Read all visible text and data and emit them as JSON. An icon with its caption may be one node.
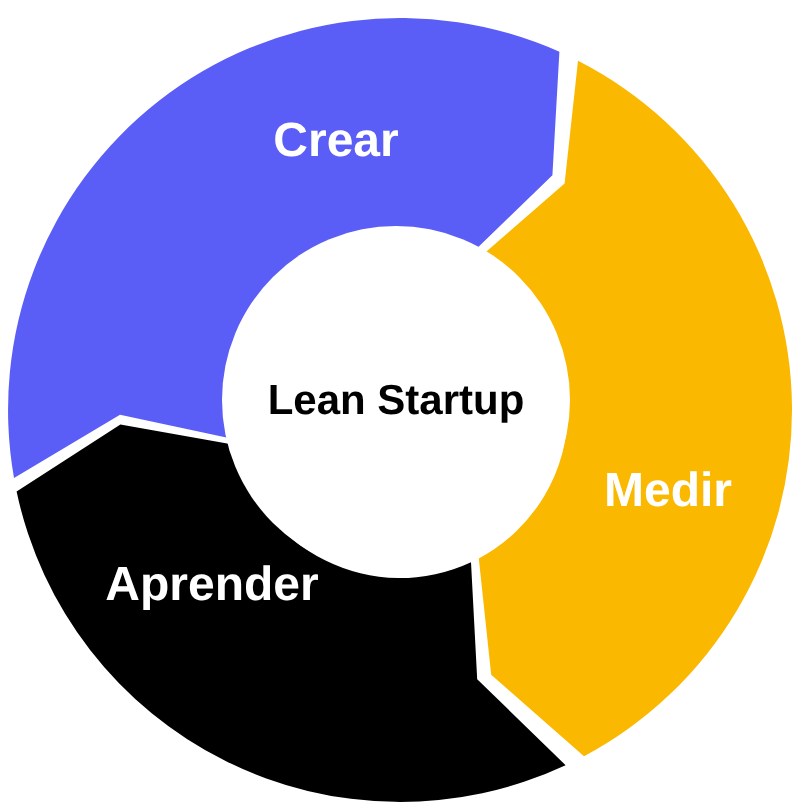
{
  "diagram": {
    "nodes": [
      {
        "text": [
          "Crear"
        ]
      },
      {
        "text": [
          "Lean Startup"
        ]
      },
      {
        "text": [
          "Medir"
        ]
      },
      {
        "text": [
          "Aprender"
        ]
      }
    ]
  }
}
